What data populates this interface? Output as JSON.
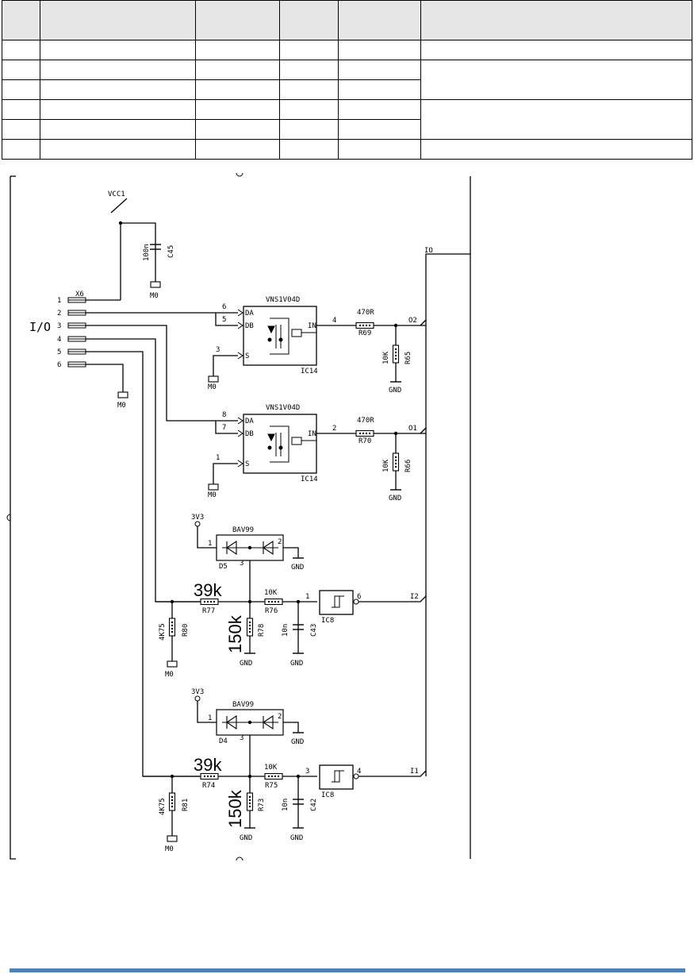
{
  "table": {
    "header": [
      "",
      "",
      "",
      "",
      "",
      ""
    ],
    "rows": [
      [
        "",
        "",
        "",
        "",
        "",
        ""
      ],
      [
        "",
        "",
        "",
        "",
        "",
        ""
      ],
      [
        "",
        "",
        "",
        "",
        "",
        ""
      ],
      [
        "",
        "",
        "",
        "",
        "",
        ""
      ],
      [
        "",
        "",
        "",
        "",
        "",
        ""
      ],
      [
        "",
        "",
        "",
        "",
        "",
        ""
      ]
    ]
  },
  "schematic": {
    "power": {
      "vcc": "VCC1",
      "cap": "C45",
      "cap_value": "100n",
      "gnd": "M0"
    },
    "connector": {
      "ref": "X6",
      "label": "I/O",
      "pins": [
        "1",
        "2",
        "3",
        "4",
        "5",
        "6"
      ],
      "gnd": "M0"
    },
    "driver_top": {
      "part": "VNS1V04D",
      "ref": "IC14",
      "pin_a": "6",
      "pin_b": "5",
      "pin_s": "3",
      "pin_out": "4",
      "in_a": "DA",
      "in_b": "DB",
      "src": "S",
      "out": "IN",
      "res": "R69",
      "res_value": "470R",
      "pd": "R65",
      "pd_value": "10K",
      "net": "O2",
      "gnd": "GND",
      "gnd_m": "M0"
    },
    "driver_bot": {
      "part": "VNS1V04D",
      "ref": "IC14",
      "pin_a": "8",
      "pin_b": "7",
      "pin_s": "1",
      "pin_out": "2",
      "in_a": "DA",
      "in_b": "DB",
      "src": "S",
      "out": "IN",
      "res": "R70",
      "res_value": "470R",
      "pd": "R66",
      "pd_value": "10K",
      "net": "O1",
      "gnd": "GND",
      "gnd_m": "M0"
    },
    "input_top": {
      "supply": "3V3",
      "diode": "BAV99",
      "diode_ref": "D5",
      "d_pin1": "1",
      "d_pin2": "2",
      "d_pin3": "3",
      "r_series": "R77",
      "r_series_value": "39k",
      "r_pd": "R78",
      "r_pd_value": "150k",
      "r_in": "R76",
      "r_in_value": "10K",
      "r_gnd": "R80",
      "r_gnd_value": "4K75",
      "cap": "C43",
      "cap_value": "10n",
      "ic": "IC8",
      "ic_in": "1",
      "ic_out": "6",
      "net": "I2",
      "gnd": "GND",
      "gnd_m": "M0"
    },
    "input_bot": {
      "supply": "3V3",
      "diode": "BAV99",
      "diode_ref": "D4",
      "d_pin1": "1",
      "d_pin2": "2",
      "d_pin3": "3",
      "r_series": "R74",
      "r_series_value": "39k",
      "r_pd": "R73",
      "r_pd_value": "150k",
      "r_in": "R75",
      "r_in_value": "10K",
      "r_gnd": "R81",
      "r_gnd_value": "4K75",
      "cap": "C42",
      "cap_value": "10n",
      "ic": "IC8",
      "ic_in": "3",
      "ic_out": "4",
      "net": "I1",
      "gnd": "GND",
      "gnd_m": "M0"
    },
    "bus": {
      "label": "IO"
    }
  }
}
